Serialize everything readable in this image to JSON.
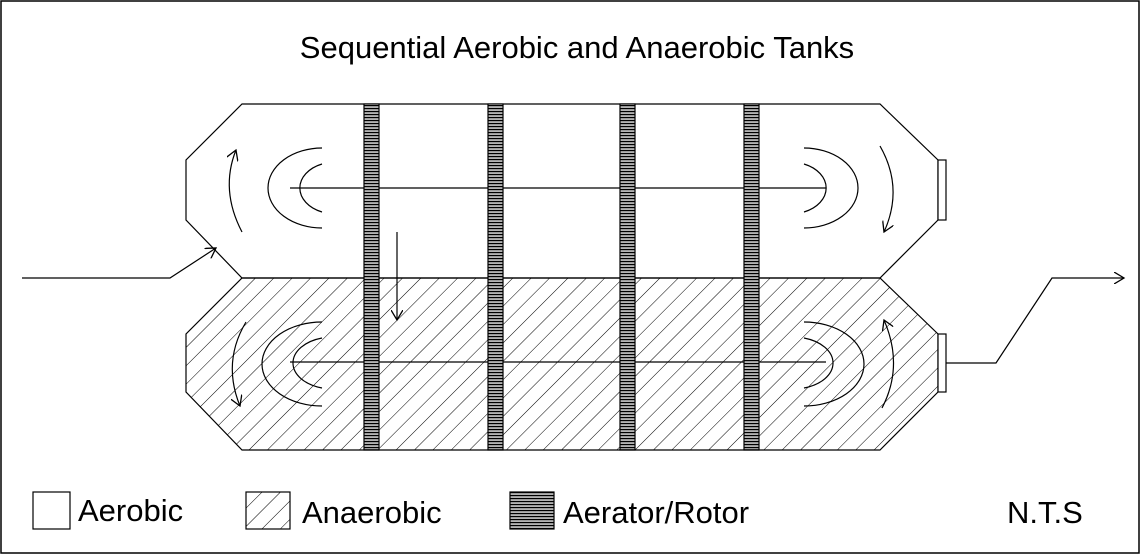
{
  "diagram": {
    "title": "Sequential Aerobic and Anaerobic Tanks",
    "legend": {
      "aerobic": "Aerobic",
      "anaerobic": "Anaerobic",
      "aerator": "Aerator/Rotor",
      "scale_note": "N.T.S"
    },
    "aerator_count": 4,
    "colors": {
      "line": "#000000",
      "background": "#ffffff",
      "hatch": "#000000"
    }
  }
}
